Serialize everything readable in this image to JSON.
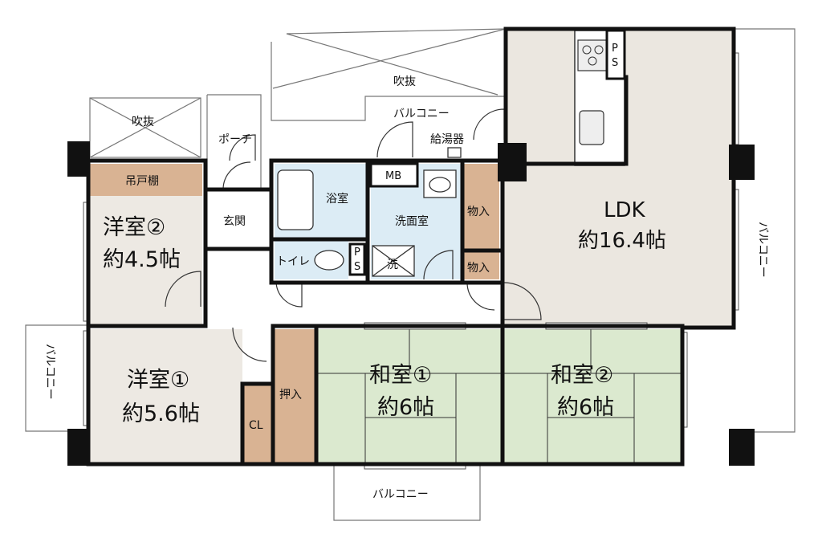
{
  "colors": {
    "wall": "#111111",
    "western_room": "#ede9e3",
    "ldk": "#ebe7e0",
    "japanese_room": "#dbe9cf",
    "storage": "#d9b393",
    "water": "#dcecf5",
    "outline": "#777777"
  },
  "labels": {
    "fukinuke_top": "吹抜",
    "fukinuke_left": "吹抜",
    "balcony_top": "バルコニー",
    "porch": "ポーチ",
    "water_heater": "給湯器",
    "ps_kitchen": "PS",
    "ps_toilet": "PS",
    "mb": "MB",
    "hanging_shelf": "吊戸棚",
    "entrance": "玄関",
    "bathroom": "浴室",
    "washroom": "洗面室",
    "toilet": "トイレ",
    "washer": "洗",
    "storage_1": "物入",
    "storage_2": "物入",
    "oshiire": "押入",
    "closet": "CL",
    "balcony_left": "バルコニー",
    "balcony_right": "バルコニー",
    "balcony_bottom": "バルコニー"
  },
  "rooms": {
    "western2": {
      "name": "洋室②",
      "size": "約4.5帖"
    },
    "western1": {
      "name": "洋室①",
      "size": "約5.6帖"
    },
    "japanese1": {
      "name": "和室①",
      "size": "約6帖"
    },
    "japanese2": {
      "name": "和室②",
      "size": "約6帖"
    },
    "ldk": {
      "name": "LDK",
      "size": "約16.4帖"
    }
  }
}
